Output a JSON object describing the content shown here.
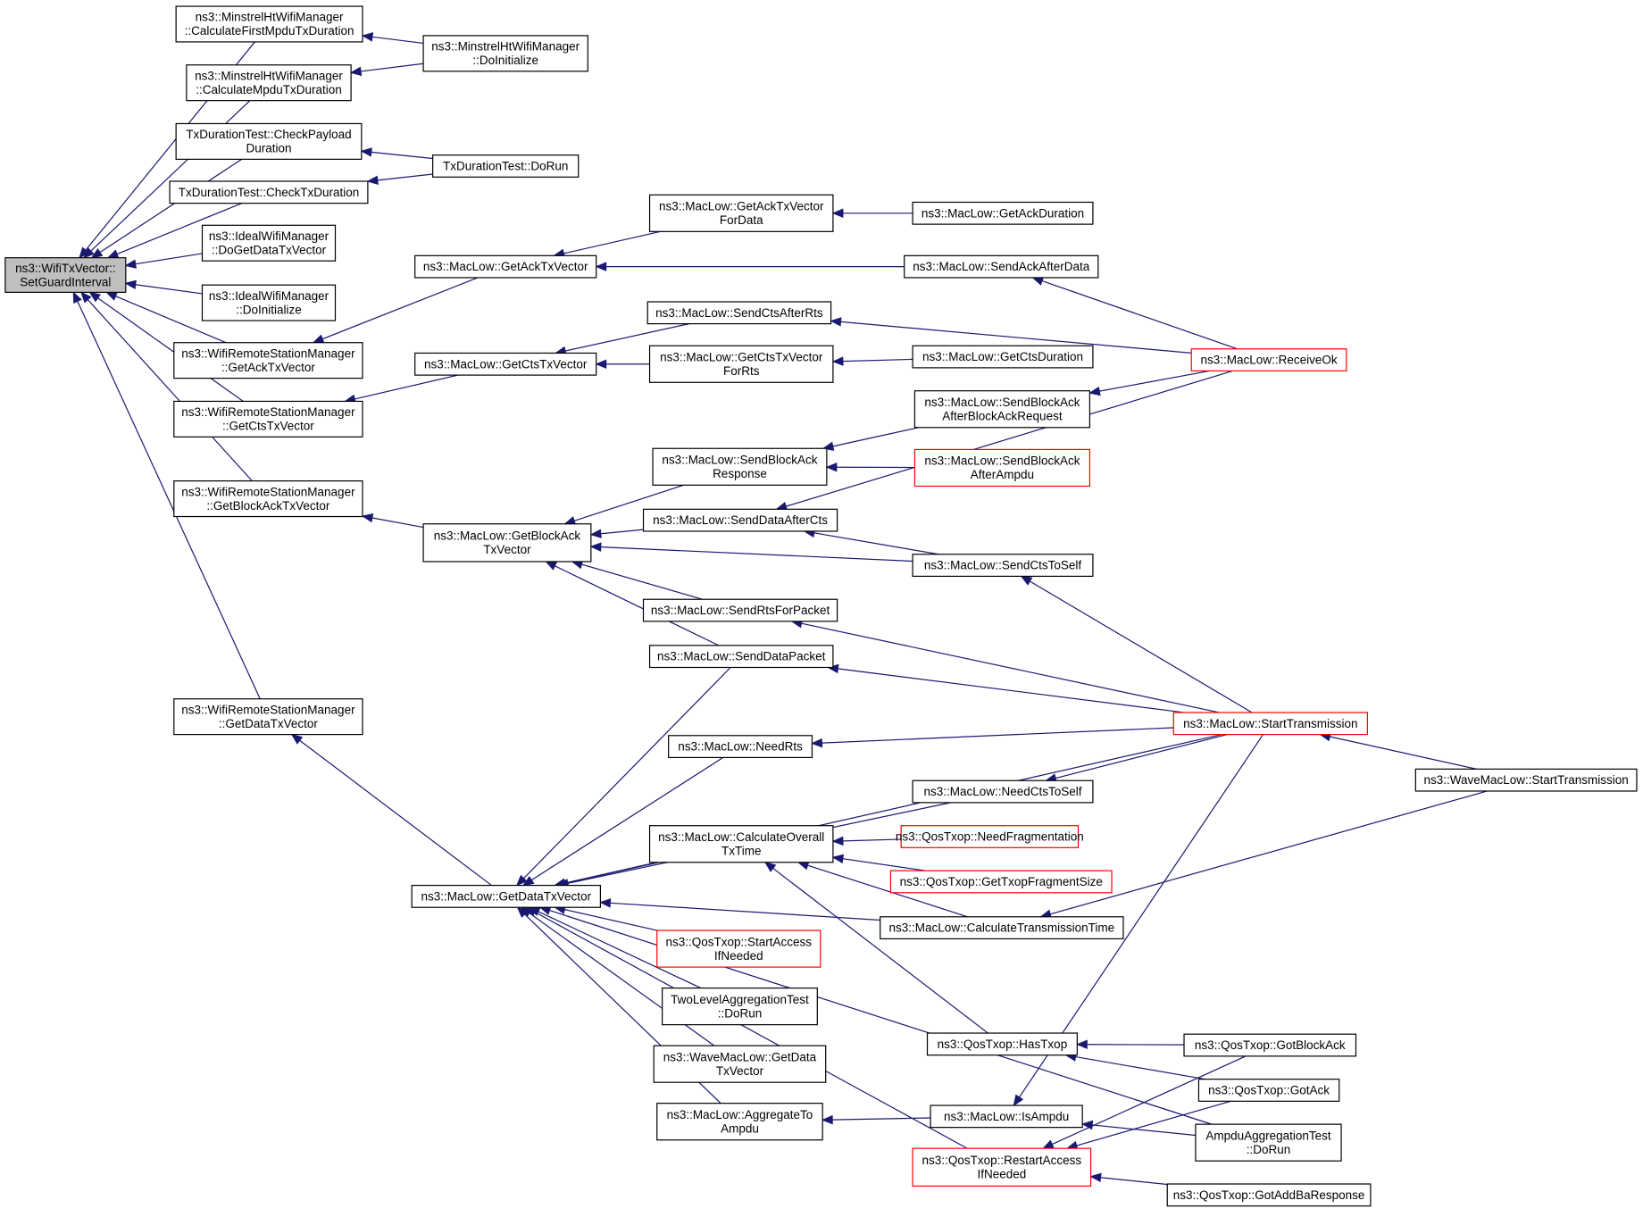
{
  "graph": {
    "title": "",
    "nodes": [
      {
        "id": "root",
        "lines": [
          "ns3::WifiTxVector::",
          "SetGuardInterval"
        ],
        "style": "root"
      },
      {
        "id": "mhCalcFirst",
        "lines": [
          "ns3::MinstrelHtWifiManager",
          "::CalculateFirstMpduTxDuration"
        ]
      },
      {
        "id": "mhCalcMpdu",
        "lines": [
          "ns3::MinstrelHtWifiManager",
          "::CalculateMpduTxDuration"
        ]
      },
      {
        "id": "mhDoInit",
        "lines": [
          "ns3::MinstrelHtWifiManager",
          "::DoInitialize"
        ]
      },
      {
        "id": "txCheckPayload",
        "lines": [
          "TxDurationTest::CheckPayload",
          "Duration"
        ]
      },
      {
        "id": "txCheckTx",
        "lines": [
          "TxDurationTest::CheckTxDuration"
        ]
      },
      {
        "id": "txDoRun",
        "lines": [
          "TxDurationTest::DoRun"
        ]
      },
      {
        "id": "idealGetData",
        "lines": [
          "ns3::IdealWifiManager",
          "::DoGetDataTxVector"
        ]
      },
      {
        "id": "idealDoInit",
        "lines": [
          "ns3::IdealWifiManager",
          "::DoInitialize"
        ]
      },
      {
        "id": "wrsmAck",
        "lines": [
          "ns3::WifiRemoteStationManager",
          "::GetAckTxVector"
        ]
      },
      {
        "id": "wrsmCts",
        "lines": [
          "ns3::WifiRemoteStationManager",
          "::GetCtsTxVector"
        ]
      },
      {
        "id": "wrsmBlockAck",
        "lines": [
          "ns3::WifiRemoteStationManager",
          "::GetBlockAckTxVector"
        ]
      },
      {
        "id": "wrsmData",
        "lines": [
          "ns3::WifiRemoteStationManager",
          "::GetDataTxVector"
        ]
      },
      {
        "id": "mlGetAck",
        "lines": [
          "ns3::MacLow::GetAckTxVector"
        ]
      },
      {
        "id": "mlGetCts",
        "lines": [
          "ns3::MacLow::GetCtsTxVector"
        ]
      },
      {
        "id": "mlGetBlockAck",
        "lines": [
          "ns3::MacLow::GetBlockAck",
          "TxVector"
        ]
      },
      {
        "id": "mlGetData",
        "lines": [
          "ns3::MacLow::GetDataTxVector"
        ]
      },
      {
        "id": "mlGetAckForData",
        "lines": [
          "ns3::MacLow::GetAckTxVector",
          "ForData"
        ]
      },
      {
        "id": "mlSendCtsAfterRts",
        "lines": [
          "ns3::MacLow::SendCtsAfterRts"
        ]
      },
      {
        "id": "mlGetCtsForRts",
        "lines": [
          "ns3::MacLow::GetCtsTxVector",
          "ForRts"
        ]
      },
      {
        "id": "mlSendBlockAckResp",
        "lines": [
          "ns3::MacLow::SendBlockAck",
          "Response"
        ]
      },
      {
        "id": "mlSendDataAfterCts",
        "lines": [
          "ns3::MacLow::SendDataAfterCts"
        ]
      },
      {
        "id": "mlSendRtsForPacket",
        "lines": [
          "ns3::MacLow::SendRtsForPacket"
        ]
      },
      {
        "id": "mlSendDataPacket",
        "lines": [
          "ns3::MacLow::SendDataPacket"
        ]
      },
      {
        "id": "mlNeedRts",
        "lines": [
          "ns3::MacLow::NeedRts"
        ]
      },
      {
        "id": "mlCalcOverall",
        "lines": [
          "ns3::MacLow::CalculateOverall",
          "TxTime"
        ]
      },
      {
        "id": "qtStartAccess",
        "lines": [
          "ns3::QosTxop::StartAccess",
          "IfNeeded"
        ],
        "style": "red"
      },
      {
        "id": "tlaDoRun",
        "lines": [
          "TwoLevelAggregationTest",
          "::DoRun"
        ]
      },
      {
        "id": "wmlGetData",
        "lines": [
          "ns3::WaveMacLow::GetData",
          "TxVector"
        ]
      },
      {
        "id": "mlAggregate",
        "lines": [
          "ns3::MacLow::AggregateTo",
          "Ampdu"
        ]
      },
      {
        "id": "mlGetAckDur",
        "lines": [
          "ns3::MacLow::GetAckDuration"
        ]
      },
      {
        "id": "mlSendAckAfterData",
        "lines": [
          "ns3::MacLow::SendAckAfterData"
        ]
      },
      {
        "id": "mlGetCtsDur",
        "lines": [
          "ns3::MacLow::GetCtsDuration"
        ]
      },
      {
        "id": "mlSendBAafterBAR",
        "lines": [
          "ns3::MacLow::SendBlockAck",
          "AfterBlockAckRequest"
        ]
      },
      {
        "id": "mlSendBAafterAmpdu",
        "lines": [
          "ns3::MacLow::SendBlockAck",
          "AfterAmpdu"
        ],
        "style": "red"
      },
      {
        "id": "mlSendCtsToSelf",
        "lines": [
          "ns3::MacLow::SendCtsToSelf"
        ]
      },
      {
        "id": "mlNeedCtsToSelf",
        "lines": [
          "ns3::MacLow::NeedCtsToSelf"
        ]
      },
      {
        "id": "qtNeedFrag",
        "lines": [
          "ns3::QosTxop::NeedFragmentation"
        ],
        "style": "red"
      },
      {
        "id": "qtGetFragSize",
        "lines": [
          "ns3::QosTxop::GetTxopFragmentSize"
        ],
        "style": "red"
      },
      {
        "id": "mlCalcTransTime",
        "lines": [
          "ns3::MacLow::CalculateTransmissionTime"
        ]
      },
      {
        "id": "qtHasTxop",
        "lines": [
          "ns3::QosTxop::HasTxop"
        ]
      },
      {
        "id": "mlIsAmpdu",
        "lines": [
          "ns3::MacLow::IsAmpdu"
        ]
      },
      {
        "id": "qtRestartAccess",
        "lines": [
          "ns3::QosTxop::RestartAccess",
          "IfNeeded"
        ],
        "style": "red"
      },
      {
        "id": "mlReceiveOk",
        "lines": [
          "ns3::MacLow::ReceiveOk"
        ],
        "style": "red"
      },
      {
        "id": "mlStartTrans",
        "lines": [
          "ns3::MacLow::StartTransmission"
        ],
        "style": "red"
      },
      {
        "id": "wmlStartTrans",
        "lines": [
          "ns3::WaveMacLow::StartTransmission"
        ]
      },
      {
        "id": "qtGotBlockAck",
        "lines": [
          "ns3::QosTxop::GotBlockAck"
        ]
      },
      {
        "id": "qtGotAck",
        "lines": [
          "ns3::QosTxop::GotAck"
        ]
      },
      {
        "id": "aggDoRun",
        "lines": [
          "AmpduAggregationTest",
          "::DoRun"
        ]
      },
      {
        "id": "qtGotAddBa",
        "lines": [
          "ns3::QosTxop::GotAddBaResponse"
        ]
      }
    ],
    "edges": [
      [
        "mhCalcFirst",
        "root"
      ],
      [
        "mhCalcMpdu",
        "root"
      ],
      [
        "txCheckPayload",
        "root"
      ],
      [
        "txCheckTx",
        "root"
      ],
      [
        "idealGetData",
        "root"
      ],
      [
        "idealDoInit",
        "root"
      ],
      [
        "wrsmAck",
        "root"
      ],
      [
        "wrsmCts",
        "root"
      ],
      [
        "wrsmBlockAck",
        "root"
      ],
      [
        "wrsmData",
        "root"
      ],
      [
        "mhDoInit",
        "mhCalcFirst"
      ],
      [
        "mhDoInit",
        "mhCalcMpdu"
      ],
      [
        "txDoRun",
        "txCheckPayload"
      ],
      [
        "txDoRun",
        "txCheckTx"
      ],
      [
        "mlGetAck",
        "wrsmAck"
      ],
      [
        "mlGetCts",
        "wrsmCts"
      ],
      [
        "mlGetBlockAck",
        "wrsmBlockAck"
      ],
      [
        "mlGetData",
        "wrsmData"
      ],
      [
        "mlGetAckForData",
        "mlGetAck"
      ],
      [
        "mlSendAckAfterData",
        "mlGetAck"
      ],
      [
        "mlSendCtsAfterRts",
        "mlGetCts"
      ],
      [
        "mlGetCtsForRts",
        "mlGetCts"
      ],
      [
        "mlSendBlockAckResp",
        "mlGetBlockAck"
      ],
      [
        "mlSendDataAfterCts",
        "mlGetBlockAck"
      ],
      [
        "mlSendCtsToSelf",
        "mlGetBlockAck"
      ],
      [
        "mlSendRtsForPacket",
        "mlGetBlockAck"
      ],
      [
        "mlSendDataPacket",
        "mlGetBlockAck"
      ],
      [
        "mlSendDataPacket",
        "mlGetData"
      ],
      [
        "mlStartTrans",
        "mlGetData"
      ],
      [
        "mlNeedRts",
        "mlGetData"
      ],
      [
        "mlNeedCtsToSelf",
        "mlGetData"
      ],
      [
        "mlCalcOverall",
        "mlGetData"
      ],
      [
        "mlCalcTransTime",
        "mlGetData"
      ],
      [
        "qtStartAccess",
        "mlGetData"
      ],
      [
        "tlaDoRun",
        "mlGetData"
      ],
      [
        "wmlGetData",
        "mlGetData"
      ],
      [
        "mlAggregate",
        "mlGetData"
      ],
      [
        "qtRestartAccess",
        "mlGetData"
      ],
      [
        "aggDoRun",
        "mlGetData"
      ],
      [
        "mlGetAckDur",
        "mlGetAckForData"
      ],
      [
        "mlGetCtsDur",
        "mlGetCtsForRts"
      ],
      [
        "mlSendBAafterBAR",
        "mlSendBlockAckResp"
      ],
      [
        "mlSendBAafterAmpdu",
        "mlSendBlockAckResp"
      ],
      [
        "mlSendCtsToSelf",
        "mlSendDataAfterCts"
      ],
      [
        "mlReceiveOk",
        "mlSendDataAfterCts"
      ],
      [
        "mlReceiveOk",
        "mlSendAckAfterData"
      ],
      [
        "mlReceiveOk",
        "mlSendCtsAfterRts"
      ],
      [
        "mlReceiveOk",
        "mlSendBAafterBAR"
      ],
      [
        "mlStartTrans",
        "mlSendRtsForPacket"
      ],
      [
        "mlStartTrans",
        "mlSendDataPacket"
      ],
      [
        "mlStartTrans",
        "mlNeedRts"
      ],
      [
        "mlStartTrans",
        "mlSendCtsToSelf"
      ],
      [
        "mlStartTrans",
        "mlNeedCtsToSelf"
      ],
      [
        "mlStartTrans",
        "mlIsAmpdu"
      ],
      [
        "wmlStartTrans",
        "mlStartTrans"
      ],
      [
        "wmlStartTrans",
        "mlCalcTransTime"
      ],
      [
        "qtNeedFrag",
        "mlCalcOverall"
      ],
      [
        "qtGetFragSize",
        "mlCalcOverall"
      ],
      [
        "mlCalcTransTime",
        "mlCalcOverall"
      ],
      [
        "qtHasTxop",
        "mlCalcOverall"
      ],
      [
        "qtGotBlockAck",
        "qtHasTxop"
      ],
      [
        "qtGotAck",
        "qtHasTxop"
      ],
      [
        "mlIsAmpdu",
        "mlAggregate"
      ],
      [
        "aggDoRun",
        "mlIsAmpdu"
      ],
      [
        "qtGotBlockAck",
        "qtRestartAccess"
      ],
      [
        "qtGotAck",
        "qtRestartAccess"
      ],
      [
        "qtGotAddBa",
        "qtRestartAccess"
      ]
    ]
  }
}
